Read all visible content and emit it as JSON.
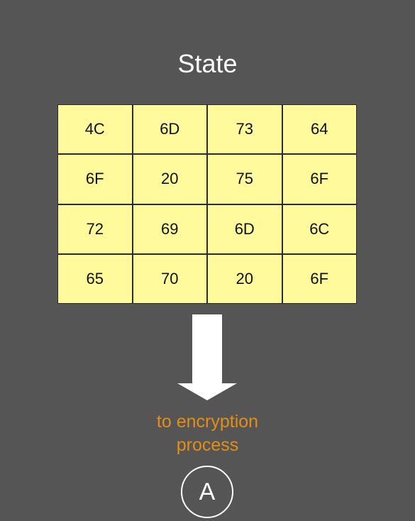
{
  "title": "State",
  "state_grid": [
    [
      "4C",
      "6D",
      "73",
      "64"
    ],
    [
      "6F",
      "20",
      "75",
      "6F"
    ],
    [
      "72",
      "69",
      "6D",
      "6C"
    ],
    [
      "65",
      "70",
      "20",
      "6F"
    ]
  ],
  "arrow": {
    "icon": "down-arrow-icon",
    "color": "#ffffff"
  },
  "caption": {
    "line1": "to encryption",
    "line2": "process",
    "color": "#e58e17"
  },
  "connector": {
    "label": "A"
  },
  "colors": {
    "background": "#555555",
    "cell_fill": "#fffa9c",
    "cell_border": "#2b2b2b"
  }
}
